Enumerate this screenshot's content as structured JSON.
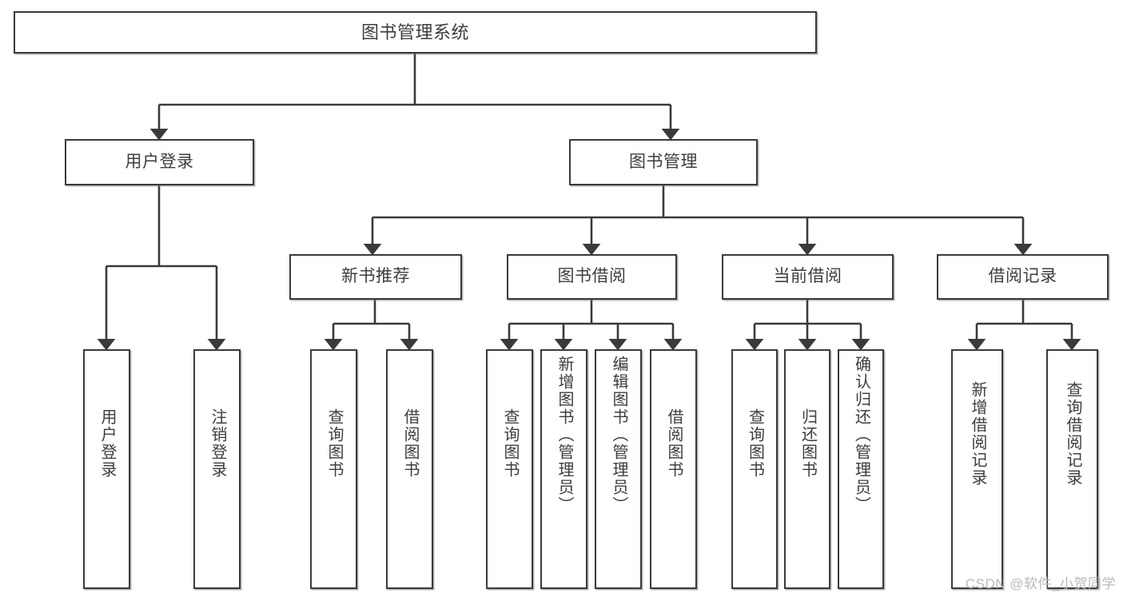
{
  "diagram": {
    "title": "图书管理系统",
    "watermark": "CSDN @软件_小贺同学",
    "colors": {
      "stroke": "#3a3a3a",
      "text": "#3d3d3d",
      "background": "#ffffff",
      "watermark": "#b9b9b9"
    },
    "levels": {
      "root": {
        "label": "图书管理系统"
      },
      "level2": [
        {
          "label": "用户登录"
        },
        {
          "label": "图书管理"
        }
      ],
      "level3": [
        {
          "label": "新书推荐"
        },
        {
          "label": "图书借阅"
        },
        {
          "label": "当前借阅"
        },
        {
          "label": "借阅记录"
        }
      ],
      "level4": [
        {
          "label": "用户登录",
          "parent": "用户登录"
        },
        {
          "label": "注销登录",
          "parent": "用户登录"
        },
        {
          "label": "查询图书",
          "parent": "新书推荐"
        },
        {
          "label": "借阅图书",
          "parent": "新书推荐"
        },
        {
          "label": "查询图书",
          "parent": "图书借阅"
        },
        {
          "label": "新增图书（管理员）",
          "parent": "图书借阅"
        },
        {
          "label": "编辑图书（管理员）",
          "parent": "图书借阅"
        },
        {
          "label": "借阅图书",
          "parent": "图书借阅"
        },
        {
          "label": "查询图书",
          "parent": "当前借阅"
        },
        {
          "label": "归还图书",
          "parent": "当前借阅"
        },
        {
          "label": "确认归还（管理员）",
          "parent": "当前借阅"
        },
        {
          "label": "新增借阅记录",
          "parent": "借阅记录"
        },
        {
          "label": "查询借阅记录",
          "parent": "借阅记录"
        }
      ]
    }
  }
}
